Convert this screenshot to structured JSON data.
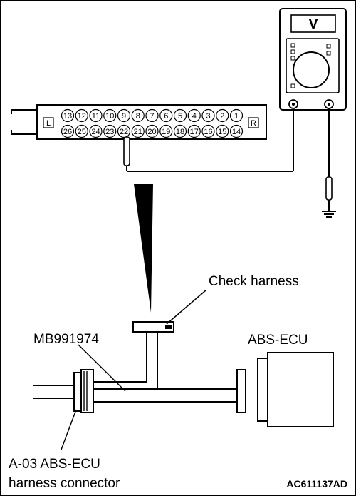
{
  "labels": {
    "check_harness": "Check harness",
    "abs_ecu": "ABS-ECU",
    "adapter": "MB991974",
    "connector_line1": "A-03 ABS-ECU",
    "connector_line2": "harness connector",
    "figure_code": "AC611137AD"
  },
  "meter": {
    "mode_label": "V"
  },
  "connector": {
    "left_marker": "L",
    "right_marker": "R",
    "top_pins": [
      "13",
      "12",
      "11",
      "10",
      "9",
      "8",
      "7",
      "6",
      "5",
      "4",
      "3",
      "2",
      "1"
    ],
    "bottom_pins": [
      "26",
      "25",
      "24",
      "23",
      "22",
      "21",
      "20",
      "19",
      "18",
      "17",
      "16",
      "15",
      "14"
    ]
  }
}
